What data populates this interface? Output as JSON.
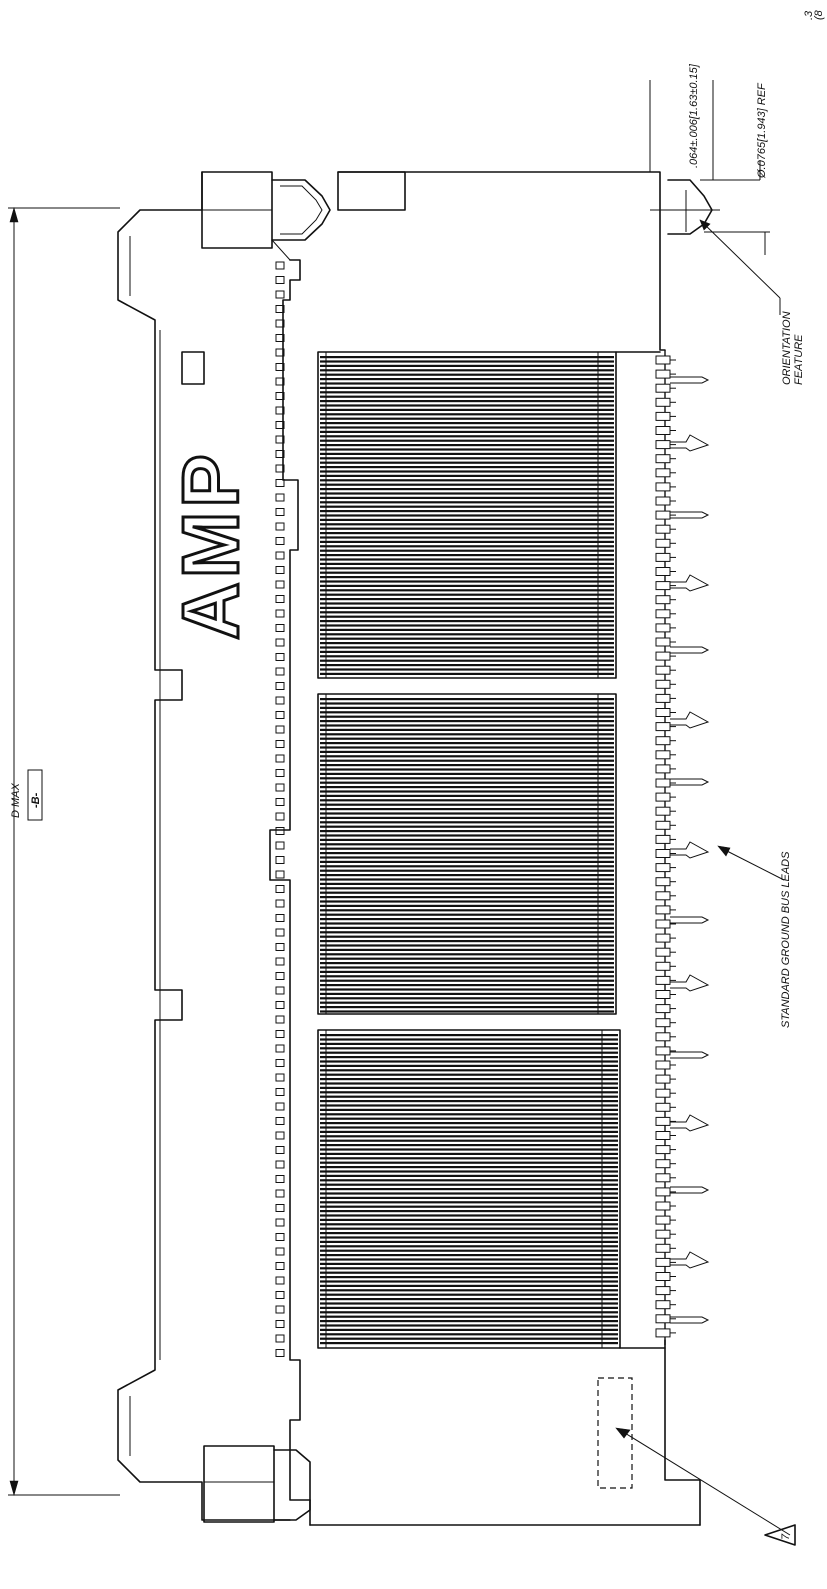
{
  "logo": "AMP",
  "labels": {
    "dim_top_1": ".3",
    "dim_top_2": "(8",
    "pin_dim": ".064±.006[1.63±0.15]",
    "ref_dim": "Ø.0765[1.943] REF",
    "orientation_1": "ORIENTATION",
    "orientation_2": "FEATURE",
    "bus_leads": "STANDARD GROUND BUS LEADS",
    "d_max": "D MAX",
    "datum": "-B-",
    "note_flag": "7"
  }
}
